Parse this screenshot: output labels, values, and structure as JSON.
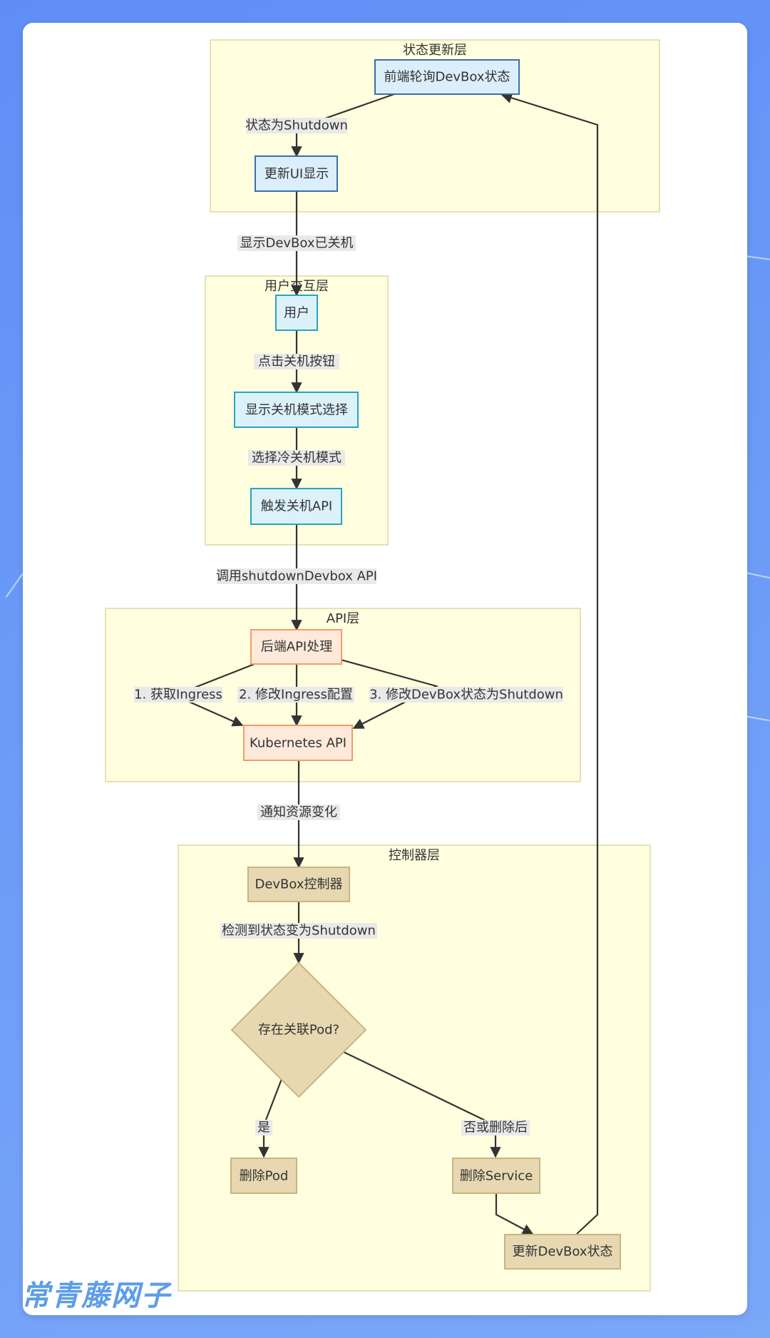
{
  "subgraphs": {
    "status": "状态更新层",
    "user": "用户交互层",
    "api": "API层",
    "controller": "控制器层"
  },
  "nodes": {
    "poll": "前端轮询DevBox状态",
    "update_ui": "更新UI显示",
    "user": "用户",
    "show_modes": "显示关机模式选择",
    "trigger_api": "触发关机API",
    "backend": "后端API处理",
    "k8s": "Kubernetes API",
    "controller": "DevBox控制器",
    "decision": "存在关联Pod?",
    "delete_pod": "删除Pod",
    "delete_service": "删除Service",
    "update_status": "更新DevBox状态"
  },
  "edges": {
    "poll_to_ui": "状态为Shutdown",
    "ui_to_user": "显示DevBox已关机",
    "user_to_modes": "点击关机按钮",
    "modes_to_trigger": "选择冷关机模式",
    "trigger_to_backend": "调用shutdownDevbox API",
    "backend_k8s_1": "1. 获取Ingress",
    "backend_k8s_2": "2. 修改Ingress配置",
    "backend_k8s_3": "3. 修改DevBox状态为Shutdown",
    "k8s_to_controller": "通知资源变化",
    "controller_to_decision": "检测到状态变为Shutdown",
    "decision_yes": "是",
    "decision_no": "否或删除后"
  },
  "watermark": "常青藤网子"
}
